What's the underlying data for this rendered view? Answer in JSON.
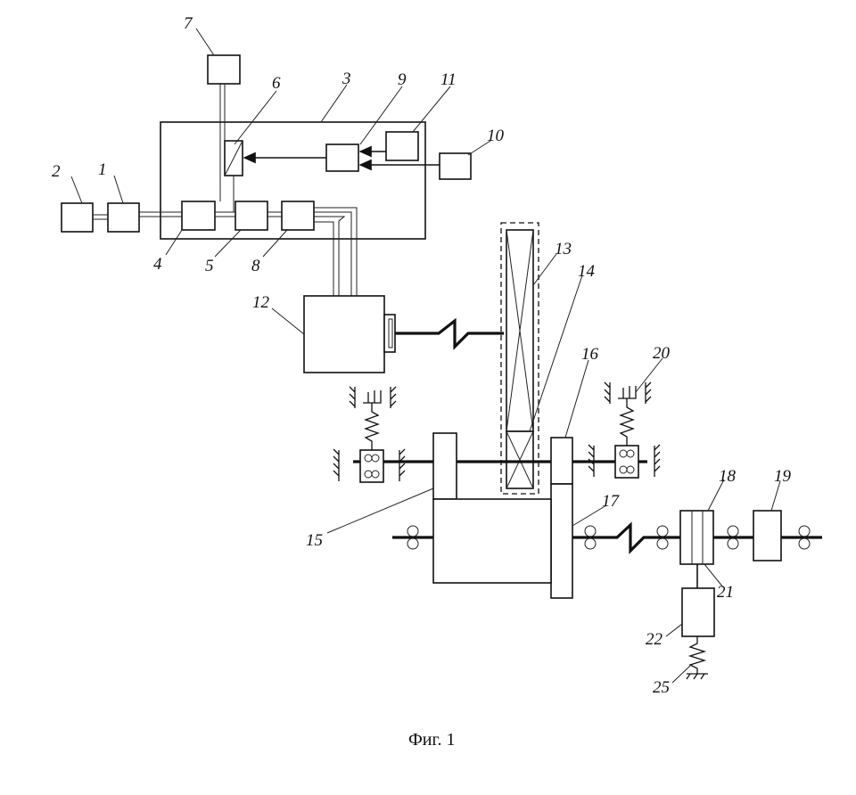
{
  "figure": {
    "caption": "Фиг. 1",
    "labels": {
      "n1": "1",
      "n2": "2",
      "n3": "3",
      "n4": "4",
      "n5": "5",
      "n6": "6",
      "n7": "7",
      "n8": "8",
      "n9": "9",
      "n10": "10",
      "n11": "11",
      "n12": "12",
      "n13": "13",
      "n14": "14",
      "n15": "15",
      "n16": "16",
      "n17": "17",
      "n18": "18",
      "n19": "19",
      "n20": "20",
      "n21": "21",
      "n22": "22",
      "n25": "25"
    }
  }
}
